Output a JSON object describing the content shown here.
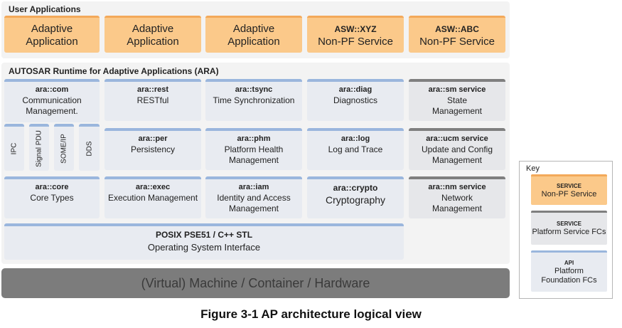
{
  "user_apps": {
    "label": "User Applications",
    "adaptive": [
      "Adaptive",
      "Application"
    ],
    "nonpf_1": {
      "title": "ASW::XYZ",
      "body": "Non-PF Service"
    },
    "nonpf_2": {
      "title": "ASW::ABC",
      "body": "Non-PF Service"
    }
  },
  "ara": {
    "label": "AUTOSAR Runtime for Adaptive Applications (ARA)",
    "com": {
      "title": "ara::com",
      "line1": "Communication",
      "line2": "Management."
    },
    "com_bindings": [
      "IPC",
      "Signal PDU",
      "SOME/IP",
      "DDS"
    ],
    "rest": {
      "title": "ara::rest",
      "line1": "RESTful"
    },
    "tsync": {
      "title": "ara::tsync",
      "line1": "Time Synchronization"
    },
    "diag": {
      "title": "ara::diag",
      "line1": "Diagnostics"
    },
    "sm": {
      "title": "ara::sm service",
      "line1": "State",
      "line2": "Management"
    },
    "per": {
      "title": "ara::per",
      "line1": "Persistency"
    },
    "phm": {
      "title": "ara::phm",
      "line1": "Platform Health",
      "line2": "Management"
    },
    "log": {
      "title": "ara::log",
      "line1": "Log and Trace"
    },
    "ucm": {
      "title": "ara::ucm service",
      "line1": "Update and Config",
      "line2": "Management"
    },
    "core": {
      "title": "ara::core",
      "line1": "Core Types"
    },
    "exec": {
      "title": "ara::exec",
      "line1": "Execution Management"
    },
    "iam": {
      "title": "ara::iam",
      "line1": "Identity and Access",
      "line2": "Management"
    },
    "crypto": {
      "title": "ara::crypto",
      "line1": "Cryptography"
    },
    "nm": {
      "title": "ara::nm service",
      "line1": "Network",
      "line2": "Management"
    },
    "posix": {
      "title": "POSIX PSE51 / C++ STL",
      "line1": "Operating System Interface"
    }
  },
  "machine": "(Virtual) Machine / Container / Hardware",
  "caption": "Figure 3-1 AP architecture logical view",
  "key": {
    "title": "Key",
    "service": {
      "title": "SERVICE",
      "body": "Non-PF Service"
    },
    "platform": {
      "title": "SERVICE",
      "body": "Platform Service FCs"
    },
    "api": {
      "title": "API",
      "line1": "Platform",
      "line2": "Foundation FCs"
    }
  },
  "colors": {
    "app_fill": "#fbc98a",
    "app_accent": "#f3a95a",
    "fc_fill": "#e8ebf1",
    "fc_accent": "#9ab6dd",
    "service_accent": "#7f7f7f",
    "machine": "#7c7c7c"
  }
}
